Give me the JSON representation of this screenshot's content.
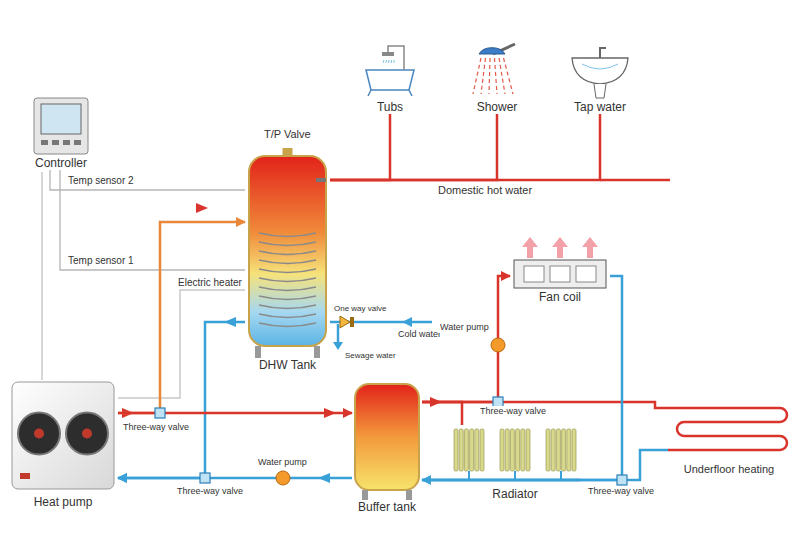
{
  "diagram": {
    "nodes": [
      {
        "text": [
          "Tubs"
        ]
      },
      {
        "text": [
          "Shower"
        ]
      },
      {
        "text": [
          "Tap water"
        ]
      },
      {
        "text": [
          "Controller"
        ]
      },
      {
        "text": [
          "DHW Tank"
        ]
      },
      {
        "text": [
          "Fan coil"
        ]
      },
      {
        "text": [
          "Heat pump"
        ]
      },
      {
        "text": [
          "Buffer tank"
        ]
      },
      {
        "text": [
          "Radiator"
        ]
      },
      {
        "text": [
          "Underfloor heating"
        ]
      }
    ],
    "edges": [
      {
        "from": 4,
        "to": 0,
        "arrow": "none"
      },
      {
        "from": 4,
        "to": 1,
        "arrow": "none"
      },
      {
        "from": 4,
        "to": 2,
        "label": "Domestic hot water",
        "arrow": "none"
      },
      {
        "from": 3,
        "to": 4,
        "label": "Temp sensor 2",
        "arrow": "none"
      },
      {
        "from": 3,
        "to": 4,
        "label": "Temp sensor 1",
        "arrow": "none"
      },
      {
        "from": 6,
        "to": 4,
        "arrow": "to"
      },
      {
        "from": 4,
        "to": 6,
        "arrow": "to"
      },
      {
        "from": 6,
        "to": 7,
        "arrow": "to"
      },
      {
        "from": 7,
        "to": 6,
        "arrow": "to"
      },
      {
        "from": 7,
        "to": 5,
        "arrow": "to"
      },
      {
        "from": 7,
        "to": 8,
        "arrow": "none"
      },
      {
        "from": 7,
        "to": 9,
        "arrow": "none"
      },
      {
        "from": 5,
        "to": 7,
        "arrow": "none"
      },
      {
        "from": 8,
        "to": 7,
        "arrow": "none"
      },
      {
        "from": 9,
        "to": 7,
        "arrow": "to"
      }
    ],
    "labels": [
      "T/P Valve",
      "Electric heater",
      "One way valve",
      "Cold water",
      "Sewage water",
      "Water pump",
      "Water pump",
      "Three-way valve",
      "Three-way valve",
      "Three-way valve",
      "Three-way valve"
    ]
  }
}
